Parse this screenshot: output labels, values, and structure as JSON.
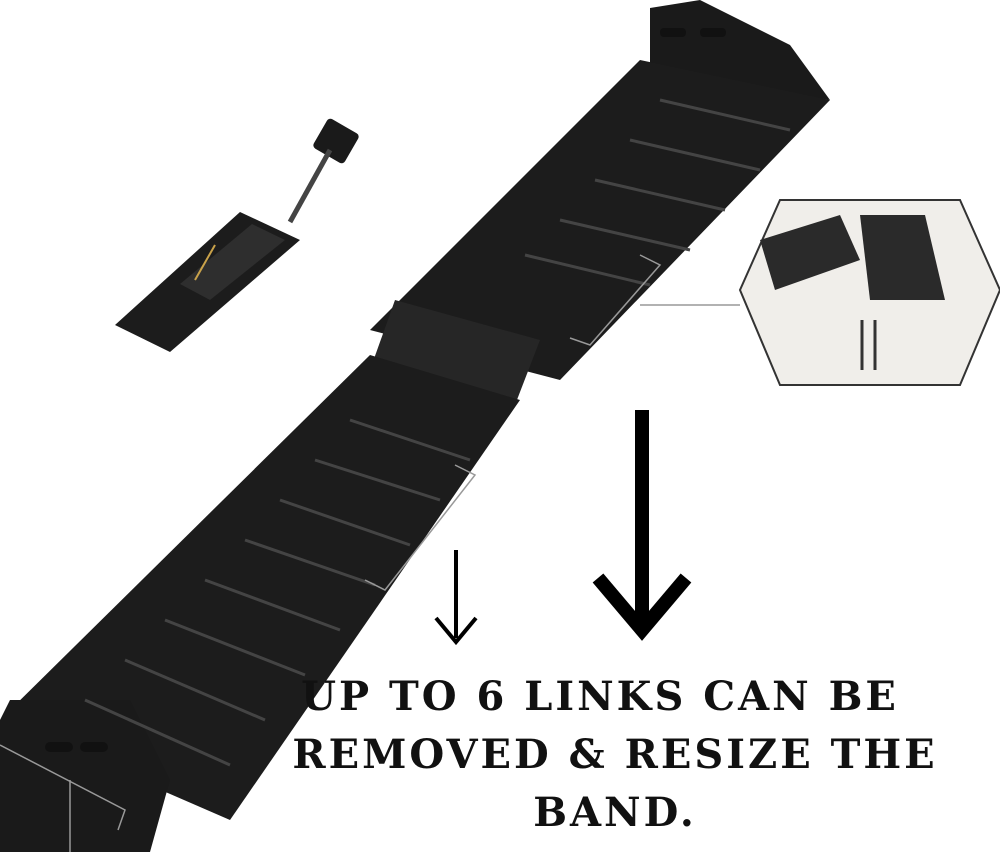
{
  "caption": {
    "line1": "UP TO 6 LINKS CAN BE",
    "line2": "REMOVED & RESIZE THE BAND."
  },
  "colors": {
    "band": "#1c1c1c",
    "band_highlight": "#3a3a3a",
    "background": "#ffffff"
  },
  "icons": [
    "link-removal-tool",
    "watch-band",
    "link-detail-callout",
    "arrow-down-small",
    "arrow-down-large"
  ]
}
